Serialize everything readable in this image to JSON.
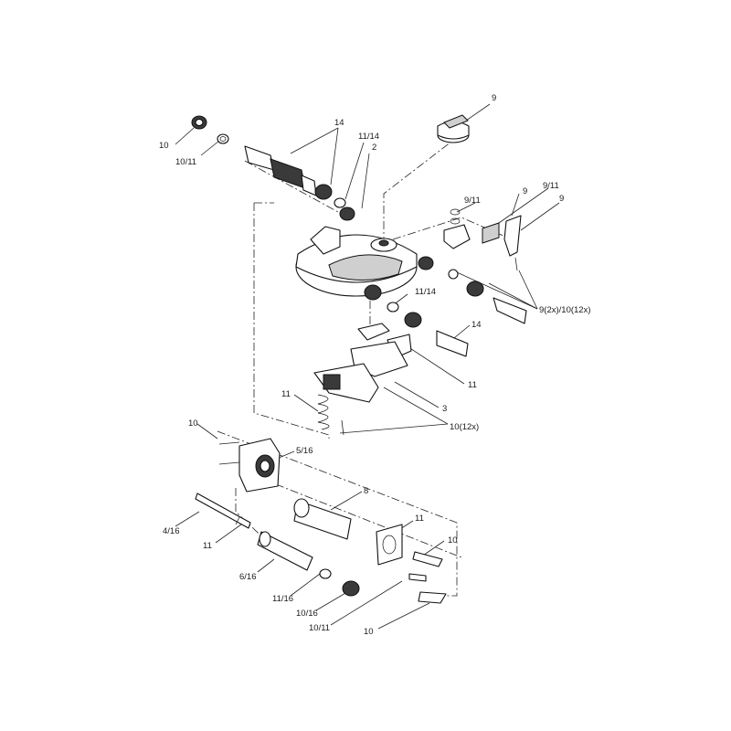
{
  "callouts": [
    {
      "id": "c9-top",
      "text": "9"
    },
    {
      "id": "c14-top",
      "text": "14"
    },
    {
      "id": "c11-14-top",
      "text": "11/14"
    },
    {
      "id": "c2",
      "text": "2"
    },
    {
      "id": "c10-top",
      "text": "10"
    },
    {
      "id": "c10-11-top",
      "text": "10/11"
    },
    {
      "id": "c9-11-a",
      "text": "9/11"
    },
    {
      "id": "c9-a",
      "text": "9"
    },
    {
      "id": "c9-11-b",
      "text": "9/11"
    },
    {
      "id": "c9-b",
      "text": "9"
    },
    {
      "id": "c9-2x-10-12x",
      "text": "9(2x)/10(12x)"
    },
    {
      "id": "c11-14-mid",
      "text": "11/14"
    },
    {
      "id": "c14-mid",
      "text": "14"
    },
    {
      "id": "c11-mid",
      "text": "11"
    },
    {
      "id": "c3",
      "text": "3"
    },
    {
      "id": "c11-left",
      "text": "11"
    },
    {
      "id": "c10-12x",
      "text": "10(12x)"
    },
    {
      "id": "c10-mid",
      "text": "10"
    },
    {
      "id": "c5-16",
      "text": "5/16"
    },
    {
      "id": "c8",
      "text": "8"
    },
    {
      "id": "c4-16",
      "text": "4/16"
    },
    {
      "id": "c11-low-left",
      "text": "11"
    },
    {
      "id": "c11-low-right",
      "text": "11"
    },
    {
      "id": "c10-low-right",
      "text": "10"
    },
    {
      "id": "c6-16",
      "text": "6/16"
    },
    {
      "id": "c11-16",
      "text": "11/16"
    },
    {
      "id": "c10-16",
      "text": "10/16"
    },
    {
      "id": "c10-11-bottom",
      "text": "10/11"
    },
    {
      "id": "c10-bottom",
      "text": "10"
    }
  ]
}
